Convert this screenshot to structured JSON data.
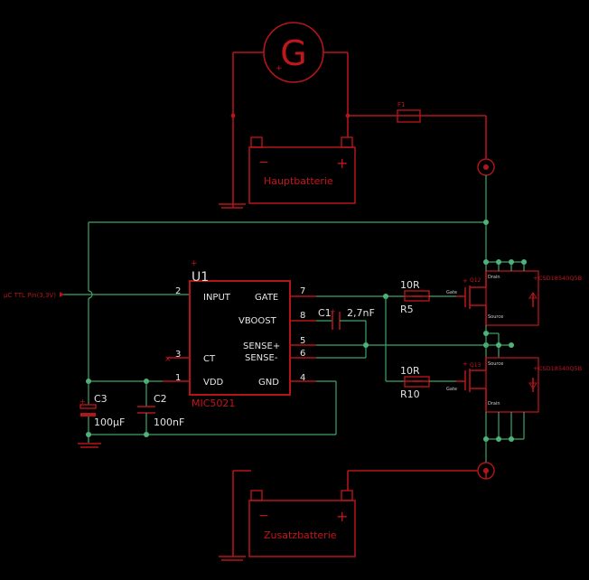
{
  "generator": {
    "letter": "G"
  },
  "fuse": {
    "label": "F1"
  },
  "batteries": {
    "main": {
      "label": "Hauptbatterie",
      "minus": "−",
      "plus": "+"
    },
    "aux": {
      "label": "Zusatzbatterie",
      "minus": "−",
      "plus": "+"
    }
  },
  "input_net": {
    "label": "µC TTL Pin(3,3V)"
  },
  "ic": {
    "ref": "U1",
    "part": "MIC5021",
    "pins_left": [
      {
        "num": "2",
        "name": "INPUT"
      },
      {
        "num": "3",
        "name": "CT"
      },
      {
        "num": "1",
        "name": "VDD"
      }
    ],
    "pins_right": [
      {
        "num": "7",
        "name": "GATE"
      },
      {
        "num": "8",
        "name": "VBOOST"
      },
      {
        "num": "5",
        "name": "SENSE+"
      },
      {
        "num": "6",
        "name": "SENSE-"
      },
      {
        "num": "4",
        "name": "GND"
      }
    ]
  },
  "components": {
    "c1": {
      "ref": "C1",
      "value": "2,7nF"
    },
    "c2": {
      "ref": "C2",
      "value": "100nF"
    },
    "c3": {
      "ref": "C3",
      "value": "100µF"
    },
    "r5": {
      "ref": "R5",
      "value": "10R"
    },
    "r10": {
      "ref": "R10",
      "value": "10R"
    }
  },
  "mosfets": {
    "q_top": {
      "ref": "Q12",
      "part": "CSD18540Q5B",
      "drain": "Drain",
      "source": "Source",
      "gate": "Gate"
    },
    "q_bottom": {
      "ref": "Q13",
      "part": "CSD18540Q5B",
      "drain": "Drain",
      "source": "Source",
      "gate": "Gate"
    }
  },
  "colors": {
    "background": "#000000",
    "symbol": "#b3151b",
    "net": "#3ea56a",
    "junction": "#4fb27a",
    "text": "#e2e2e2"
  }
}
